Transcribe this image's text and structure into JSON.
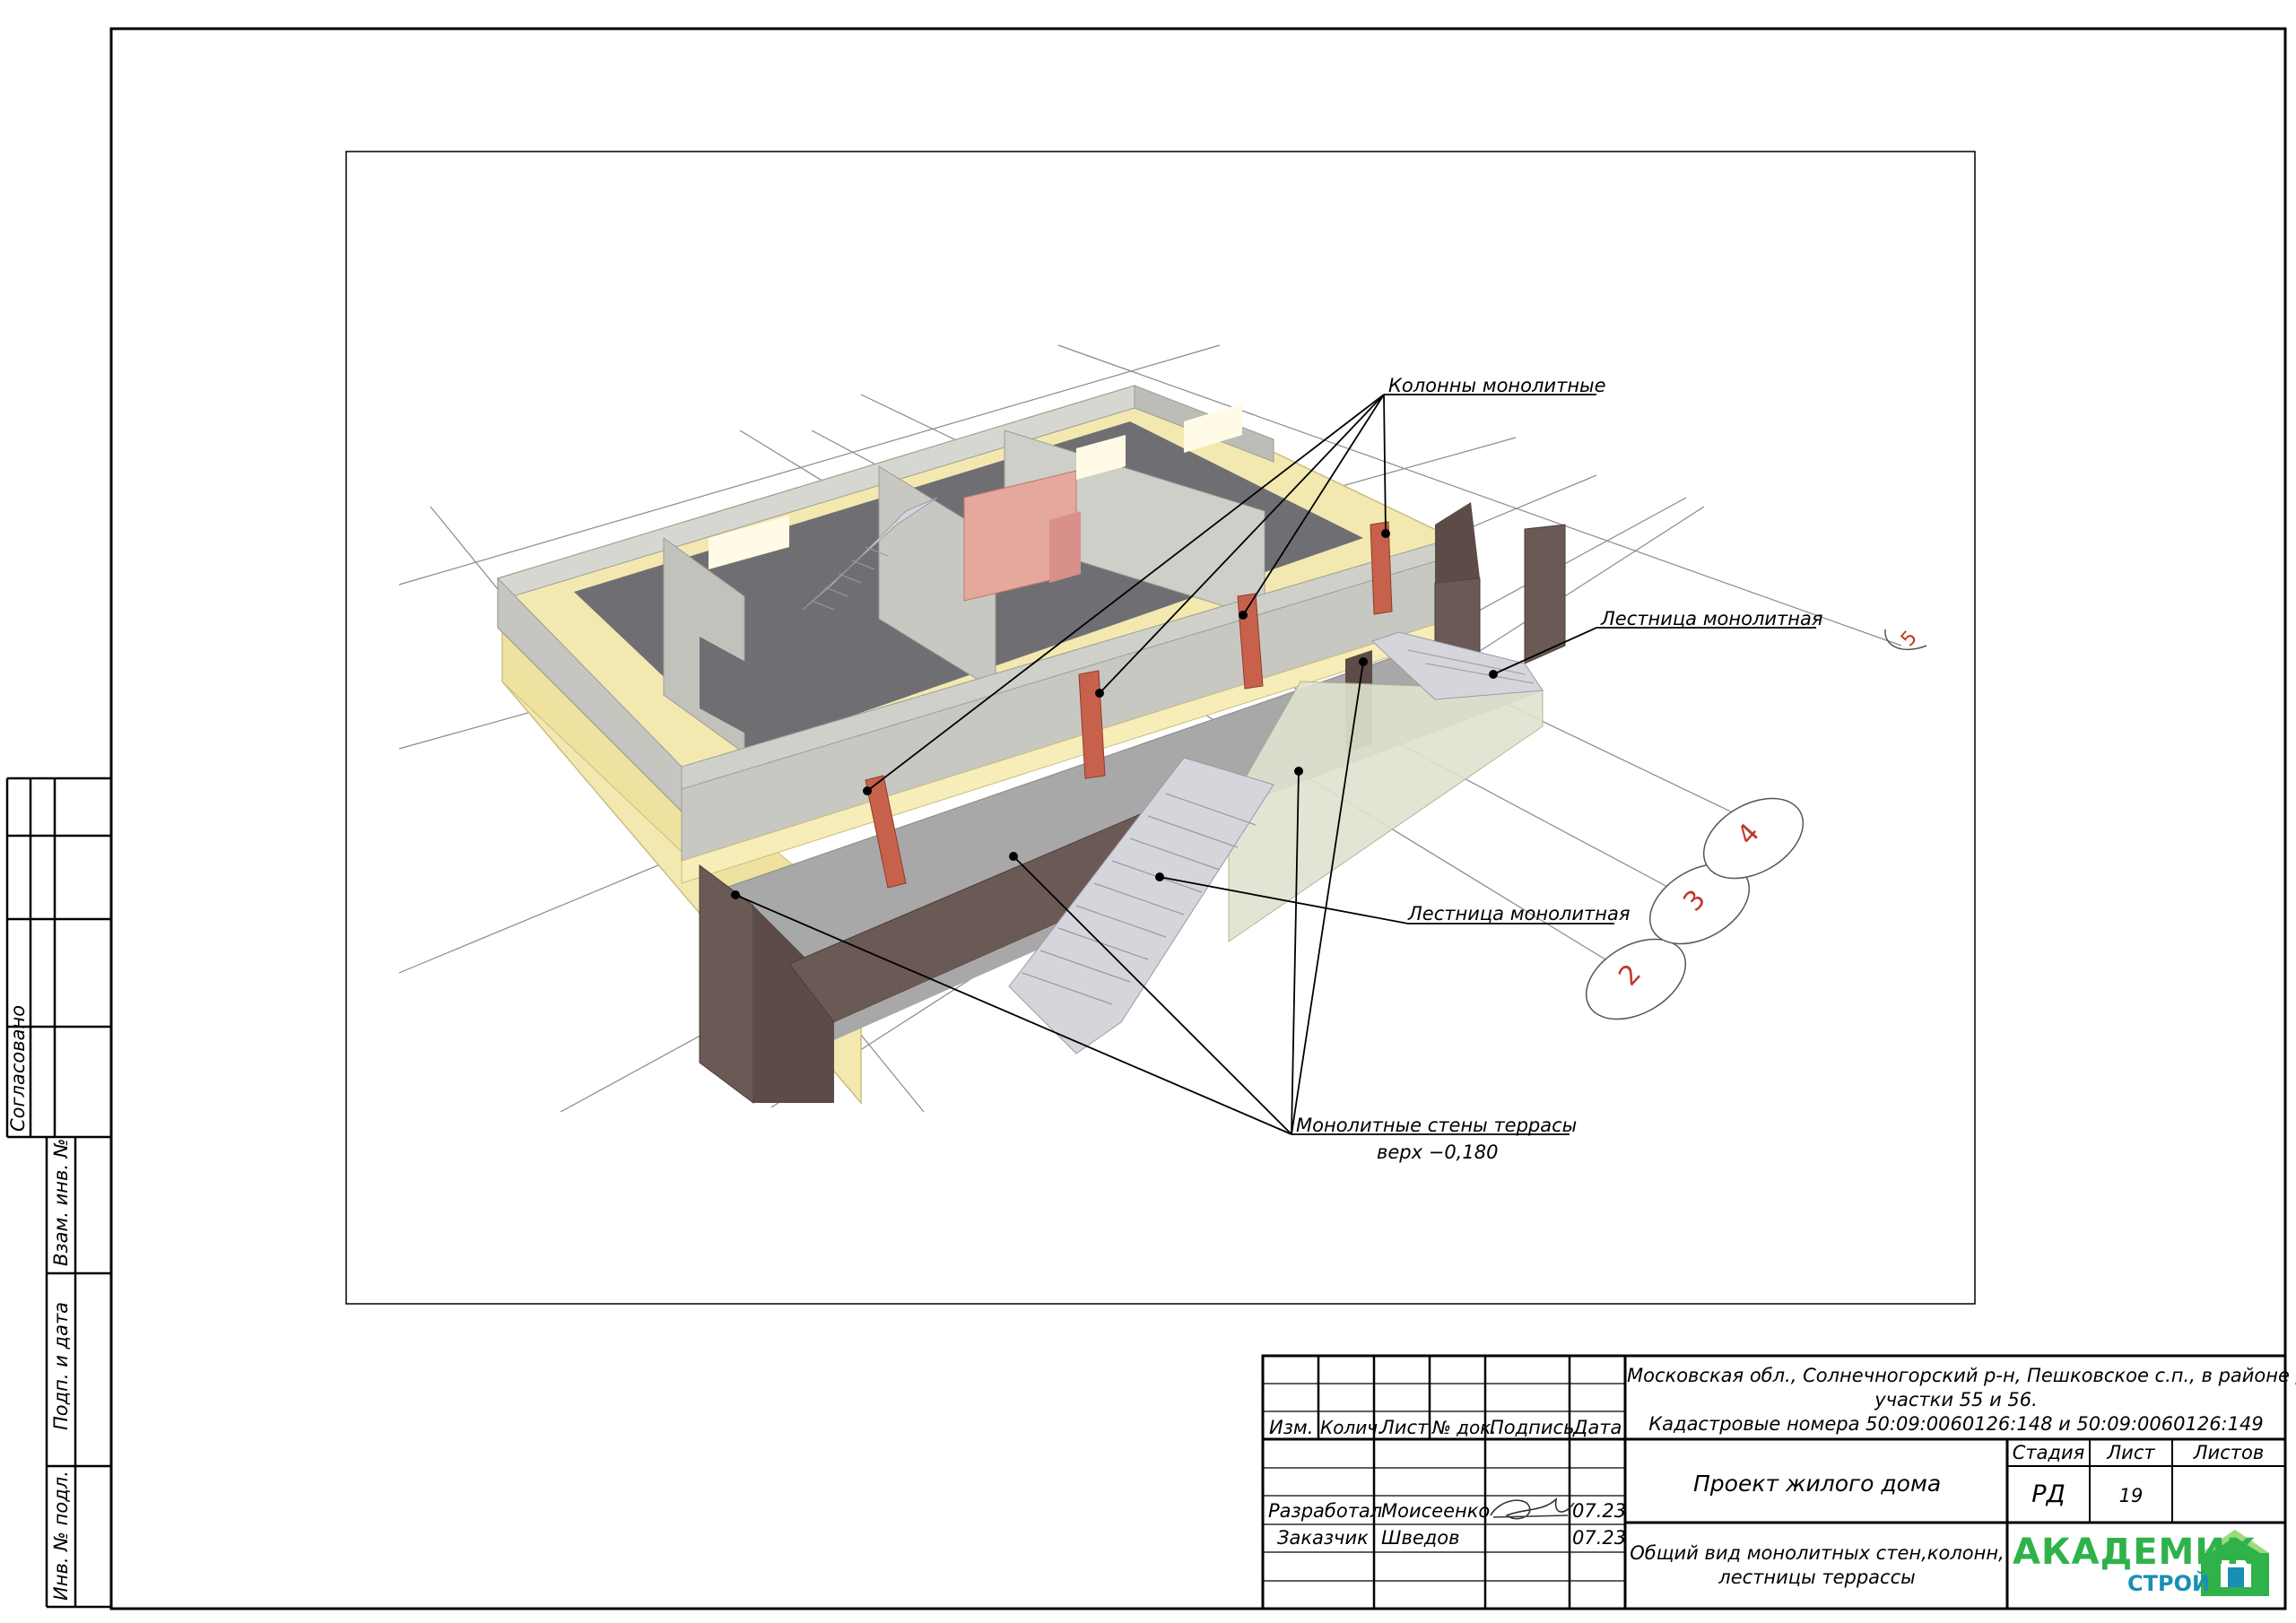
{
  "callouts": {
    "columns": "Колонны монолитные",
    "stair_top": "Лестница монолитная",
    "stair_main": "Лестница монолитная",
    "walls_line1": "Монолитные стены террасы",
    "walls_line2": "верх −0,180"
  },
  "axis_bubbles": [
    "2",
    "3",
    "4",
    "5"
  ],
  "side_stamp": {
    "agreed": "Согласовано",
    "replace_inv": "Взам. инв. №",
    "sign_date": "Подп. и дата",
    "inv_orig": "Инв. № подл."
  },
  "title_block": {
    "headers": [
      "Изм.",
      "Колич.",
      "Лист",
      "№ док.",
      "Подпись",
      "Дата"
    ],
    "rows": [
      {
        "role": "Разработал",
        "name": "Моисеенко",
        "date": "07.23"
      },
      {
        "role": "Заказчик",
        "name": "Шведов",
        "date": "07.23"
      }
    ],
    "address_line1": "Московская обл., Солнечногорский р-н, Пешковское с.п., в районе д. Холмы",
    "address_line2": "участки 55 и 56.",
    "address_line3": "Кадастровые номера 50:09:0060126:148 и 50:09:0060126:149",
    "project": "Проект жилого дома",
    "sheet_title_line1": "Общий вид монолитных стен,колонн,",
    "sheet_title_line2": "лестницы террассы",
    "stage_label": "Стадия",
    "sheet_label": "Лист",
    "sheets_label": "Листов",
    "stage": "РД",
    "sheet": "19",
    "sheets": ""
  },
  "logo": {
    "main": "АКАДЕМИК",
    "sub": "СТРОЙ"
  },
  "colors": {
    "slab": "#f3e9b0",
    "wall": "#c8c8c2",
    "floor": "#6f6f73",
    "terrace_wall": "#6b5955",
    "column": "#c7614c",
    "partition": "#e4a89c",
    "stair": "#d5d5dc",
    "bubble_text": "#c0392b",
    "logo_green": "#2fb24a",
    "logo_blue": "#1a8fb5"
  }
}
